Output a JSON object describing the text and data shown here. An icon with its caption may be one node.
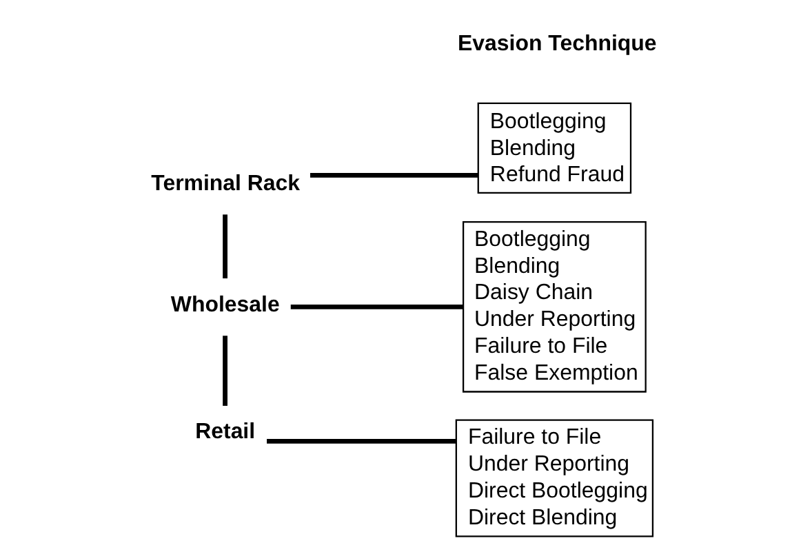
{
  "diagram": {
    "nodes": [
      {
        "text": [
          "Terminal Rack"
        ]
      },
      {
        "text": [
          "Bootlegging",
          "Blending",
          "Refund Fraud"
        ]
      },
      {
        "text": [
          "Wholesale"
        ]
      },
      {
        "text": [
          "Bootlegging",
          "Blending",
          "Daisy Chain",
          "Under Reporting",
          "Failure to File",
          "False Exemption"
        ]
      },
      {
        "text": [
          "Retail"
        ]
      },
      {
        "text": [
          "Failure to File",
          "Under Reporting",
          "Direct Bootlegging",
          "Direct Blending"
        ]
      }
    ],
    "edges": [
      {
        "from": 0,
        "to": 1,
        "arrow": "none"
      },
      {
        "from": 2,
        "to": 3,
        "arrow": "none"
      },
      {
        "from": 4,
        "to": 5,
        "arrow": "none"
      },
      {
        "from": 0,
        "to": 2,
        "arrow": "none"
      },
      {
        "from": 2,
        "to": 4,
        "arrow": "none"
      }
    ],
    "labels": [
      "Evasion Technique"
    ]
  }
}
